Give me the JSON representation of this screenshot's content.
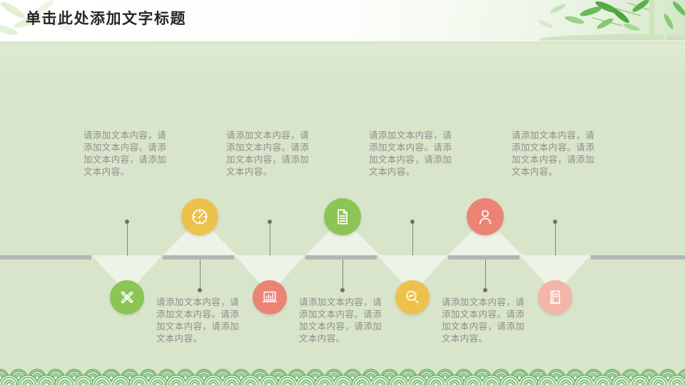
{
  "slide": {
    "title": "单击此处添加文字标题",
    "placeholder_text": "请添加文本内容，请添加文本内容。请添加文本内容，请添加文本内容。"
  },
  "colors": {
    "header_bg": "#fdfefc",
    "content_bg": "#d8e5cb",
    "timeline_bar": "#b5b6b3",
    "connector_line": "#83867f",
    "connector_dot": "#6e716b",
    "title_text": "#262626",
    "body_text": "#8d8d8a",
    "circle_yellow": "#ecc24d",
    "circle_green": "#8cc556",
    "circle_pink": "#ec8476",
    "circle_light_pink": "#f4b4aa",
    "icon_stroke": "#ffffff",
    "bamboo_green": "#54ab43",
    "wave_ring_green": "#55a05a"
  },
  "timeline": {
    "columns": [
      {
        "index": 1,
        "text_position": "top",
        "circle_position": "bottom",
        "circle_color": "circle_green",
        "icon": "pencil-ruler-icon",
        "text": "请添加文本内容，请添加文本内容。请添加文本内容，请添加文本内容。"
      },
      {
        "index": 2,
        "text_position": "bottom",
        "circle_position": "top",
        "circle_color": "circle_yellow",
        "icon": "compass-icon",
        "text": "请添加文本内容，请添加文本内容。请添加文本内容，请添加文本内容。"
      },
      {
        "index": 3,
        "text_position": "top",
        "circle_position": "bottom",
        "circle_color": "circle_pink",
        "icon": "chart-board-icon",
        "text": "请添加文本内容，请添加文本内容。请添加文本内容，请添加文本内容。"
      },
      {
        "index": 4,
        "text_position": "bottom",
        "circle_position": "top",
        "circle_color": "circle_green",
        "icon": "document-icon",
        "text": "请添加文本内容，请添加文本内容。请添加文本内容，请添加文本内容。"
      },
      {
        "index": 5,
        "text_position": "top",
        "circle_position": "bottom",
        "circle_color": "circle_yellow",
        "icon": "magnifier-icon",
        "text": "请添加文本内容，请添加文本内容。请添加文本内容，请添加文本内容。"
      },
      {
        "index": 6,
        "text_position": "bottom",
        "circle_position": "top",
        "circle_color": "circle_pink",
        "icon": "person-icon",
        "text": "请添加文本内容，请添加文本内容。请添加文本内容，请添加文本内容。"
      },
      {
        "index": 7,
        "text_position": "top",
        "circle_position": "bottom",
        "circle_color": "circle_light_pink",
        "icon": "book-icon",
        "text": "请添加文本内容，请添加文本内容。请添加文本内容，请添加文本内容。"
      }
    ]
  }
}
